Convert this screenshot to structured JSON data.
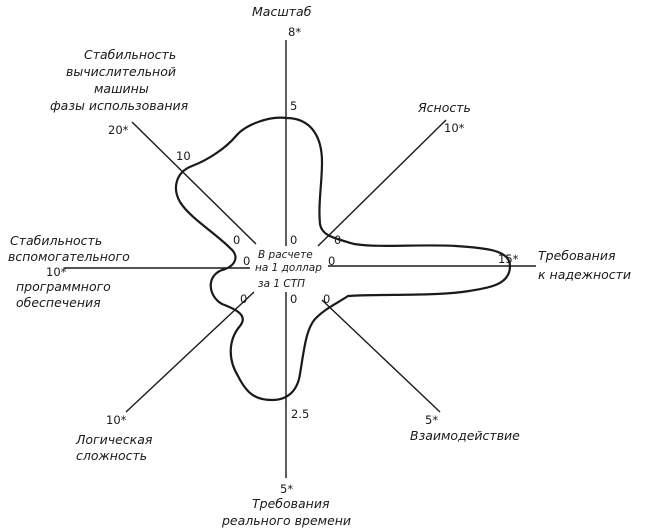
{
  "axes": {
    "top": {
      "name": [
        "Масштаб"
      ],
      "max": "8*",
      "mark": "5",
      "zero": "0"
    },
    "top_right": {
      "name": [
        "Ясность"
      ],
      "max": "10*",
      "zero": "0"
    },
    "right": {
      "name": [
        "Требования",
        "к надежности"
      ],
      "max": "15*",
      "zero": "0"
    },
    "bottom_right": {
      "name": [
        "Взаимодействие"
      ],
      "max": "5*",
      "zero": "0"
    },
    "bottom": {
      "name": [
        "Требования",
        "реального времени"
      ],
      "max": "5*",
      "mark": "2.5",
      "zero": "0"
    },
    "bottom_left": {
      "name": [
        "Логическая",
        "сложность"
      ],
      "max": "10*",
      "zero": "0"
    },
    "left": {
      "name": [
        "Стабильность",
        "вспомогательного",
        "программного",
        "обеспечения"
      ],
      "max": "10*",
      "zero": "0"
    },
    "top_left": {
      "name": [
        "Стабильность",
        "вычислительной",
        "машины",
        "фазы использования"
      ],
      "max": "20*",
      "mark": "10",
      "zero": "0"
    }
  },
  "center_text": [
    "В расчете",
    "на 1 доллар",
    "за 1 СТП"
  ]
}
